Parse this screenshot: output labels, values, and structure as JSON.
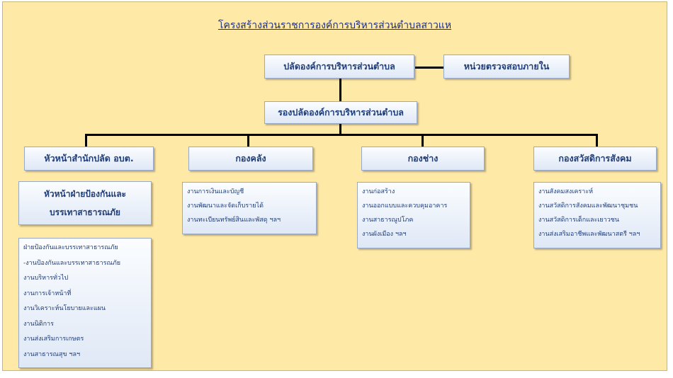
{
  "title": "โครงสร้างส่วนราชการองค์การบริหารส่วนตำบลสาวแห",
  "top": {
    "head": "ปลัดองค์การบริหารส่วนตำบล",
    "audit": "หน่วยตรวจสอบภายใน",
    "deputy": "รองปลัดองค์การบริหารส่วนตำบล"
  },
  "divisions": [
    {
      "name": "หัวหน้าสำนักปลัด อบต.",
      "sub_head_lines": [
        "หัวหน้าฝ่ายป้องกันและ",
        "บรรเทาสาธารณภัย"
      ],
      "items": [
        "ฝ่ายป้องกันและบรรเทาสาธารณภัย",
        "-งานป้องกันและบรรเทาสาธารณภัย",
        "งานบริหารทั่วไป",
        "งานการเจ้าหน้าที่",
        "งานวิเคราะห์นโยบายและแผน",
        "งานนิติการ",
        "งานส่งเสริมการเกษตร",
        "งานสาธารณสุข ฯลฯ"
      ]
    },
    {
      "name": "กองคลัง",
      "items": [
        "งานการเงินและบัญชี",
        "งานพัฒนาและจัดเก็บรายได้",
        "งานทะเบียนทรัพย์สินและพัสดุ ฯลฯ"
      ]
    },
    {
      "name": "กองช่าง",
      "items": [
        "งานก่อสร้าง",
        "งานออกแบบและควบคุมอาคาร",
        "งานสาธารณูปโภค",
        "งานผังเมือง ฯลฯ"
      ]
    },
    {
      "name": "กองสวัสดิการสังคม",
      "items": [
        "งานสังคมสงเคราะห์",
        "งานสวัสดิการสังคมและพัฒนาชุมชน",
        "งานสวัสดิการเด็กและเยาวชน",
        "งานส่งเสริมอาชีพและพัฒนาสตรี ฯลฯ"
      ]
    }
  ]
}
